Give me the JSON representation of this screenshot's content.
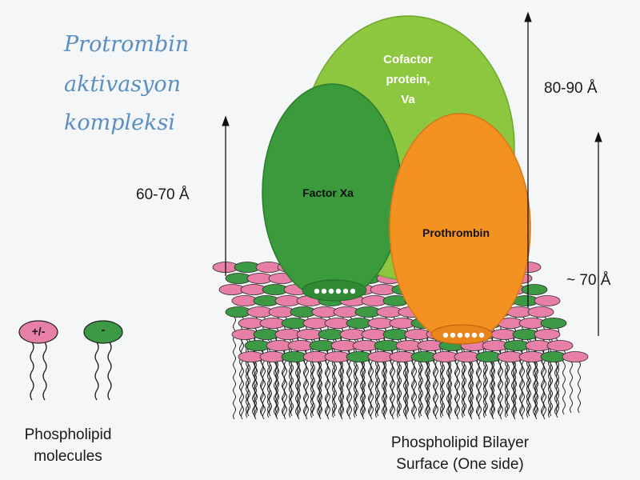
{
  "title": {
    "line1": "Protrombin",
    "line2": "aktivasyon",
    "line3": "kompleksi"
  },
  "proteins": {
    "cofactor": {
      "line1": "Cofactor",
      "line2": "protein,",
      "line3": "Va",
      "color": "#8dc63f"
    },
    "factor_xa": {
      "label": "Factor Xa",
      "color": "#3a9a3c"
    },
    "prothrombin": {
      "label": "Prothrombin",
      "color": "#f39221"
    }
  },
  "dimensions": {
    "factor_xa_height": "60-70 Å",
    "cofactor_height": "80-90 Å",
    "prothrombin_height": "~ 70 Å"
  },
  "legend": {
    "pink_symbol": "+/-",
    "green_symbol": "-",
    "pink_color": "#e87fa6",
    "green_color": "#3d9a44",
    "molecules_line1": "Phospholipid",
    "molecules_line2": "molecules"
  },
  "bilayer": {
    "line1": "Phospholipid Bilayer",
    "line2": "Surface (One side)"
  }
}
